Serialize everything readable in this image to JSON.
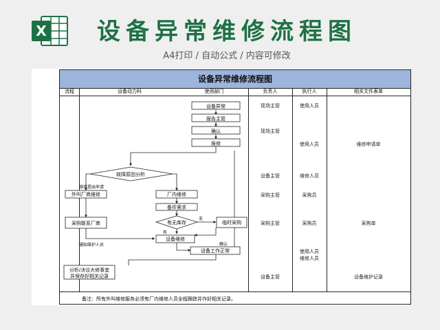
{
  "header": {
    "title": "设备异常维修流程图",
    "subtitle": "A4打印 / 自动公式 / 内容可修改",
    "logo_letter": "X",
    "brand_color": "#1e7145"
  },
  "sheet": {
    "title": "设备异常维修流程图",
    "title_bg": "#9db5dc",
    "columns": [
      "流程",
      "设备动力科",
      "使用部门",
      "负责人",
      "执行人",
      "相关文件表单"
    ],
    "flow": {
      "n1": "设备异常",
      "n2": "报告主管",
      "n3": "确认",
      "n4": "报修",
      "d1": "故障原因分析",
      "l_apply": "维修提出申请",
      "n_out": "外叫厂商维修",
      "n_in": "厂内维修",
      "n_parts": "备件需求",
      "d2": "有无库存",
      "l_no": "无",
      "l_yes": "有",
      "n_contact": "采购联系厂商",
      "n_buy": "临时采购",
      "n_repair": "设备维修",
      "l_notify": "通知维护人员",
      "l_confirm": "确认",
      "n_normal": "设备工作正常",
      "n_analysis_1": "分析/决议大修事宜",
      "n_analysis_2": "并保存好相关记录"
    },
    "owners": [
      "现场主管",
      "现场主管",
      "设备主管",
      "采购主管",
      "采购主管",
      "设备主管"
    ],
    "executors": [
      "使用人员",
      "使用人员",
      "维修人员",
      "采购员",
      "采购员",
      "使用人员",
      "维修人员"
    ],
    "forms": [
      "维修申请单",
      "采购单",
      "设备维护记录"
    ],
    "note": "备注：所有外叫维修服务必须有厂内维修人员全程跟踪并作好相关记录。"
  }
}
